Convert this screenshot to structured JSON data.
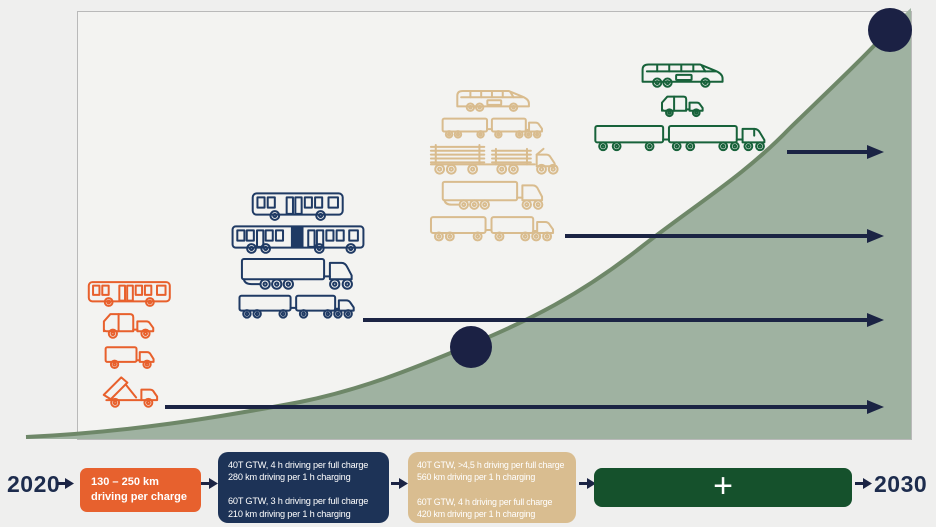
{
  "chart": {
    "type": "area-growth-curve",
    "curve_color": "#6e8768",
    "fill_color": "#9fb2a1",
    "milestone_dot_color": "#1b2144",
    "milestone_dot_count": 2,
    "arrow_color": "#1b2444",
    "x_start_label": "2020",
    "x_end_label": "2030"
  },
  "timeline": {
    "start_year": "2020",
    "end_year": "2030",
    "stages": [
      {
        "name": "stage-2020",
        "color": "#e7612e",
        "text": "130 – 250 km\ndriving per charge"
      },
      {
        "name": "stage-phase-2",
        "color": "#1d3357",
        "text": "40T GTW, 4 h driving per full charge\n280 km driving per 1 h charging\n\n60T GTW, 3 h driving per full charge\n210 km driving per 1 h charging"
      },
      {
        "name": "stage-phase-3",
        "color": "#d9bd90",
        "text": "40T GTW, >4,5 h driving per full charge\n560 km driving per 1 h charging\n\n60T GTW, 4 h driving per full charge\n420 km driving per 1 h charging"
      },
      {
        "name": "stage-future-plus",
        "color": "#15512c",
        "text": "+"
      }
    ]
  },
  "vehicle_groups": [
    {
      "name": "fleet-2020",
      "color": "#e8602c",
      "vehicles": [
        "city-bus",
        "garbage-truck",
        "box-truck",
        "tipper-truck"
      ]
    },
    {
      "name": "fleet-phase-2",
      "color": "#1f3a64",
      "vehicles": [
        "city-bus",
        "articulated-bus",
        "semi-trailer-truck",
        "truck-with-trailer"
      ]
    },
    {
      "name": "fleet-phase-3",
      "color": "#d9bc8e",
      "vehicles": [
        "coach",
        "truck-with-trailer",
        "timber-truck",
        "semi-trailer-truck",
        "truck-with-trailer"
      ]
    },
    {
      "name": "fleet-2030",
      "color": "#17623a",
      "vehicles": [
        "coach",
        "garbage-truck",
        "hct-combination-truck"
      ]
    }
  ]
}
